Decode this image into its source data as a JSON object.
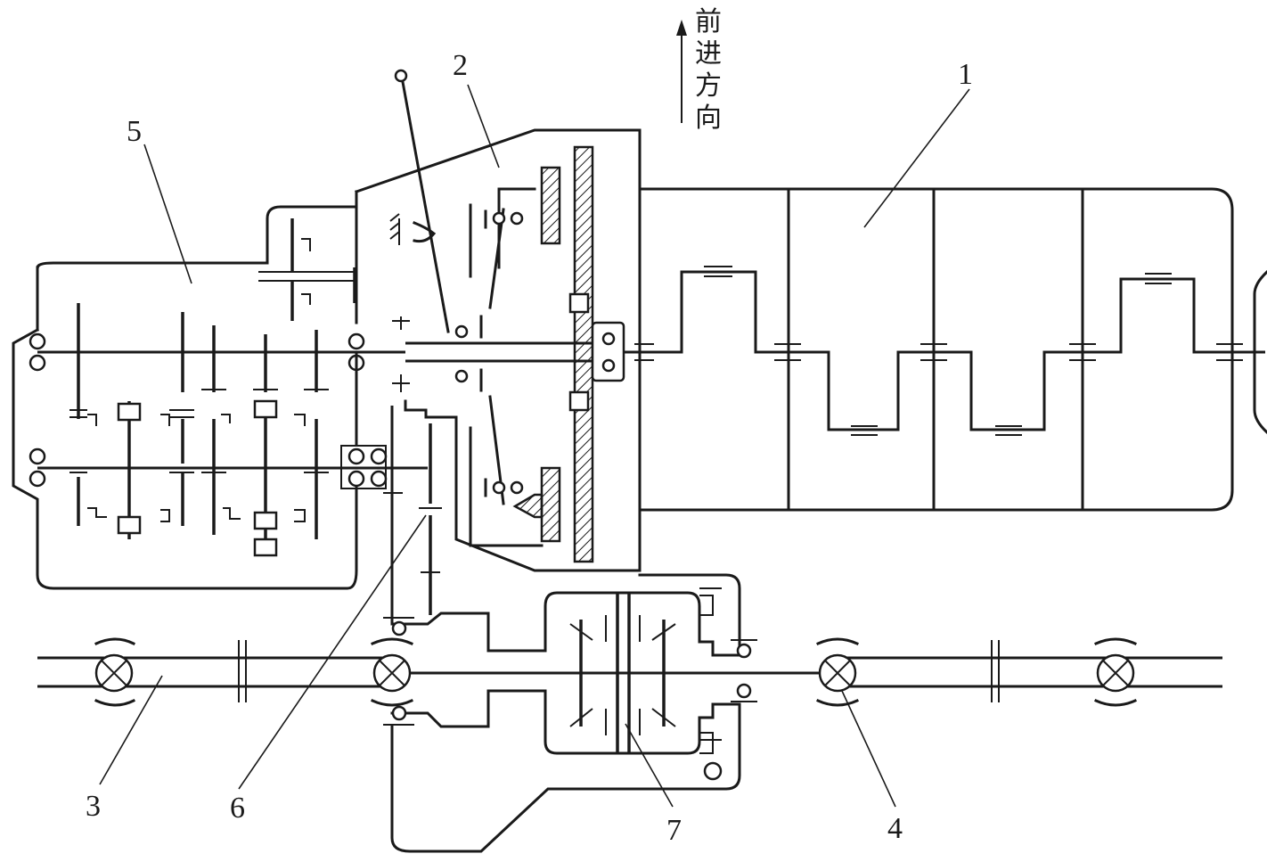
{
  "direction": {
    "chars": [
      "前",
      "进",
      "方",
      "向"
    ]
  },
  "callouts": [
    {
      "id": "c1",
      "label": "1"
    },
    {
      "id": "c2",
      "label": "2"
    },
    {
      "id": "c3",
      "label": "3"
    },
    {
      "id": "c4",
      "label": "4"
    },
    {
      "id": "c5",
      "label": "5"
    },
    {
      "id": "c6",
      "label": "6"
    },
    {
      "id": "c7",
      "label": "7"
    }
  ]
}
